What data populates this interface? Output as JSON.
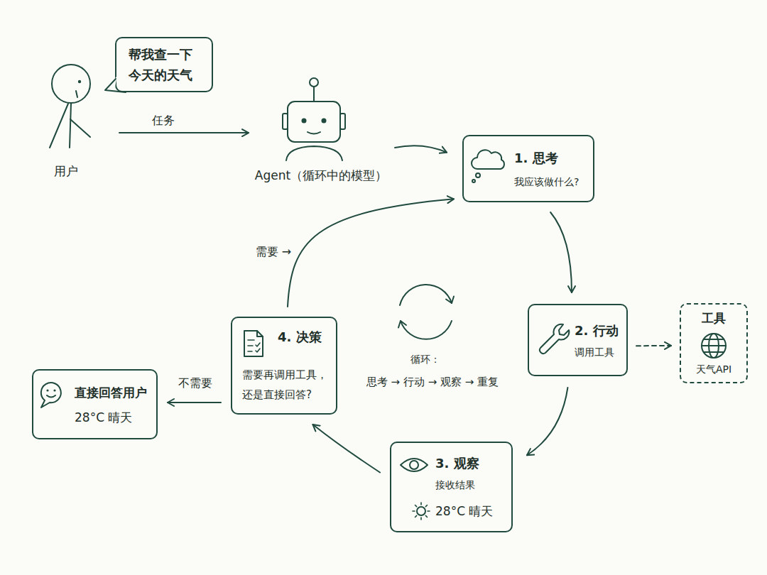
{
  "diagram": {
    "nodes": [
      {
        "text": [
          "用户"
        ]
      },
      {
        "text": [
          "帮我查一下 今天的天气"
        ]
      },
      {
        "text": [
          "Agent（循环中的模型）"
        ]
      },
      {
        "text": [
          "1. 思考",
          "我应该做什么?"
        ]
      },
      {
        "text": [
          "2. 行动",
          "调用工具"
        ]
      },
      {
        "text": [
          "工具",
          "天气API"
        ]
      },
      {
        "text": [
          "3. 观察",
          "接收结果",
          "28°C 晴天"
        ]
      },
      {
        "text": [
          "4. 决策",
          "需要再调用工具， 还是直接回答?"
        ]
      },
      {
        "text": [
          "直接回答用户",
          "28°C 晴天"
        ]
      }
    ],
    "edges": [
      {
        "from": 0,
        "to": 2,
        "arrow": "to",
        "label": "任务"
      },
      {
        "from": 2,
        "to": 3,
        "arrow": "to"
      },
      {
        "from": 3,
        "to": 4,
        "arrow": "to"
      },
      {
        "from": 4,
        "to": 5,
        "arrow": "to"
      },
      {
        "from": 4,
        "to": 6,
        "arrow": "to"
      },
      {
        "from": 6,
        "to": 7,
        "arrow": "to"
      },
      {
        "from": 7,
        "to": 3,
        "arrow": "to",
        "label": "需要 →"
      },
      {
        "from": 7,
        "to": 8,
        "arrow": "to",
        "label": "不需要"
      }
    ],
    "labels": [
      "循环：",
      "思考 → 行动 → 观察 → 重复"
    ]
  }
}
